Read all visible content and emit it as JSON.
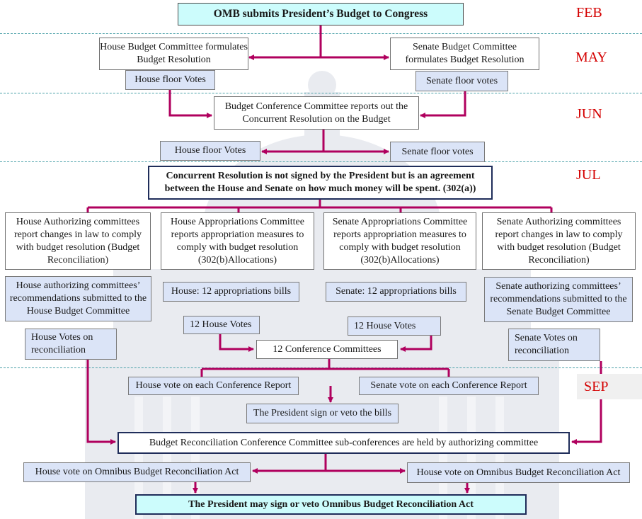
{
  "months": {
    "feb": "FEB",
    "may": "MAY",
    "jun": "JUN",
    "jul": "JUL",
    "sep": "SEP"
  },
  "boxes": {
    "omb": "OMB submits President’s Budget to Congress",
    "house_budget_committee": "House Budget Committee formulates Budget Resolution",
    "senate_budget_committee": "Senate Budget Committee formulates Budget Resolution",
    "house_floor_votes_1": "House floor Votes",
    "senate_floor_votes_1": "Senate floor votes",
    "conference_committee": "Budget Conference Committee reports out the Concurrent Resolution on the Budget",
    "house_floor_votes_2": "House floor Votes",
    "senate_floor_votes_2": "Senate floor votes",
    "concurrent_resolution": "Concurrent Resolution is not signed by the President but is an agreement between the House and Senate on how much money will be spent.  (302(a))",
    "house_authorizing": "House Authorizing committees report changes in law to comply with budget resolution (Budget Reconciliation)",
    "house_appropriations": "House Appropriations Committee reports appropriation measures to comply with budget resolution (302(b)Allocations)",
    "senate_appropriations": "Senate Appropriations Committee reports appropriation measures to comply with budget resolution (302(b)Allocations)",
    "senate_authorizing": "Senate Authorizing committees report changes in law to comply with budget resolution (Budget Reconciliation)",
    "house_auth_recommendations": "House authorizing committees’ recommendations submitted to the House Budget Committee",
    "house_12_bills": "House: 12 appropriations bills",
    "senate_12_bills": "Senate: 12 appropriations bills",
    "senate_auth_recommendations": "Senate  authorizing committees’ recommendations submitted to the Senate Budget Committee",
    "house_votes_reconciliation": "House Votes on reconciliation",
    "house_12_votes": "12 House Votes",
    "senate_12_votes": "12 House Votes",
    "senate_votes_reconciliation": "Senate Votes on reconciliation",
    "conference_committees_12": "12 Conference Committees",
    "house_vote_conference_report": "House vote on each Conference Report",
    "senate_vote_conference_report": "Senate vote on each Conference Report",
    "president_sign_veto_bills": "The President sign or veto the bills",
    "reconciliation_conference": "Budget Reconciliation Conference Committee sub-conferences are held by authorizing committee",
    "house_vote_omnibus": "House vote on Omnibus Budget Reconciliation Act",
    "senate_vote_omnibus": "House vote on Omnibus Budget Reconciliation Act",
    "president_omnibus": "The President may sign or veto Omnibus Budget Reconciliation Act"
  },
  "colors": {
    "connector": "#b0005e",
    "month_label": "#d40000",
    "divider": "#4aa0a8",
    "light_blue_box": "#dbe4f7",
    "cyan_box": "#ccfcfc",
    "strong_border": "#1f2d5a"
  }
}
